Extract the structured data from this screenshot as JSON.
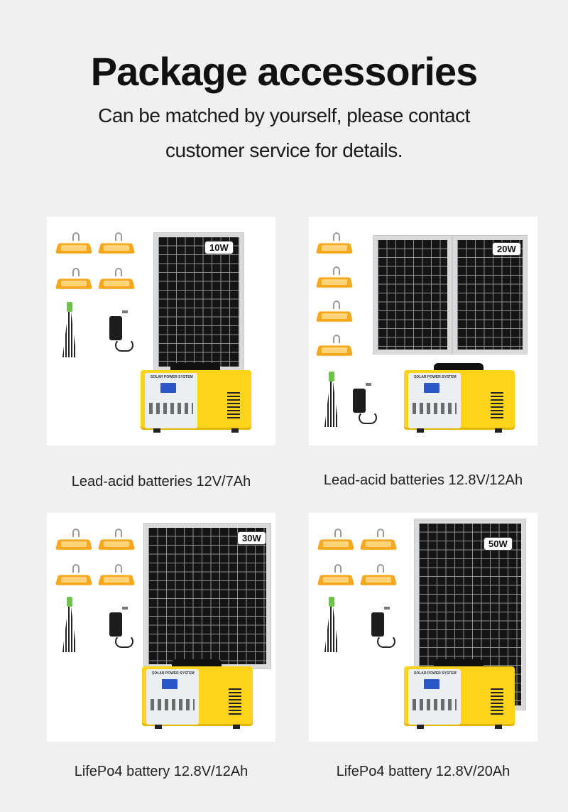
{
  "header": {
    "title": "Package accessories",
    "subtitle_line1": "Can be matched by yourself, please contact",
    "subtitle_line2": "customer service for details."
  },
  "cards": [
    {
      "panel_watt": "10W",
      "caption": "Lead-acid batteries 12V/7Ah"
    },
    {
      "panel_watt": "20W",
      "caption": "Lead-acid batteries 12.8V/12Ah"
    },
    {
      "panel_watt": "30W",
      "caption": "LifePo4 battery 12.8V/12Ah"
    },
    {
      "panel_watt": "50W",
      "caption": "LifePo4 battery 12.8V/20Ah"
    }
  ],
  "station_label": "SOLAR POWER SYSTEM",
  "colors": {
    "background": "#f1efef",
    "lamp": "#f7a821",
    "station": "#ffd21c"
  }
}
